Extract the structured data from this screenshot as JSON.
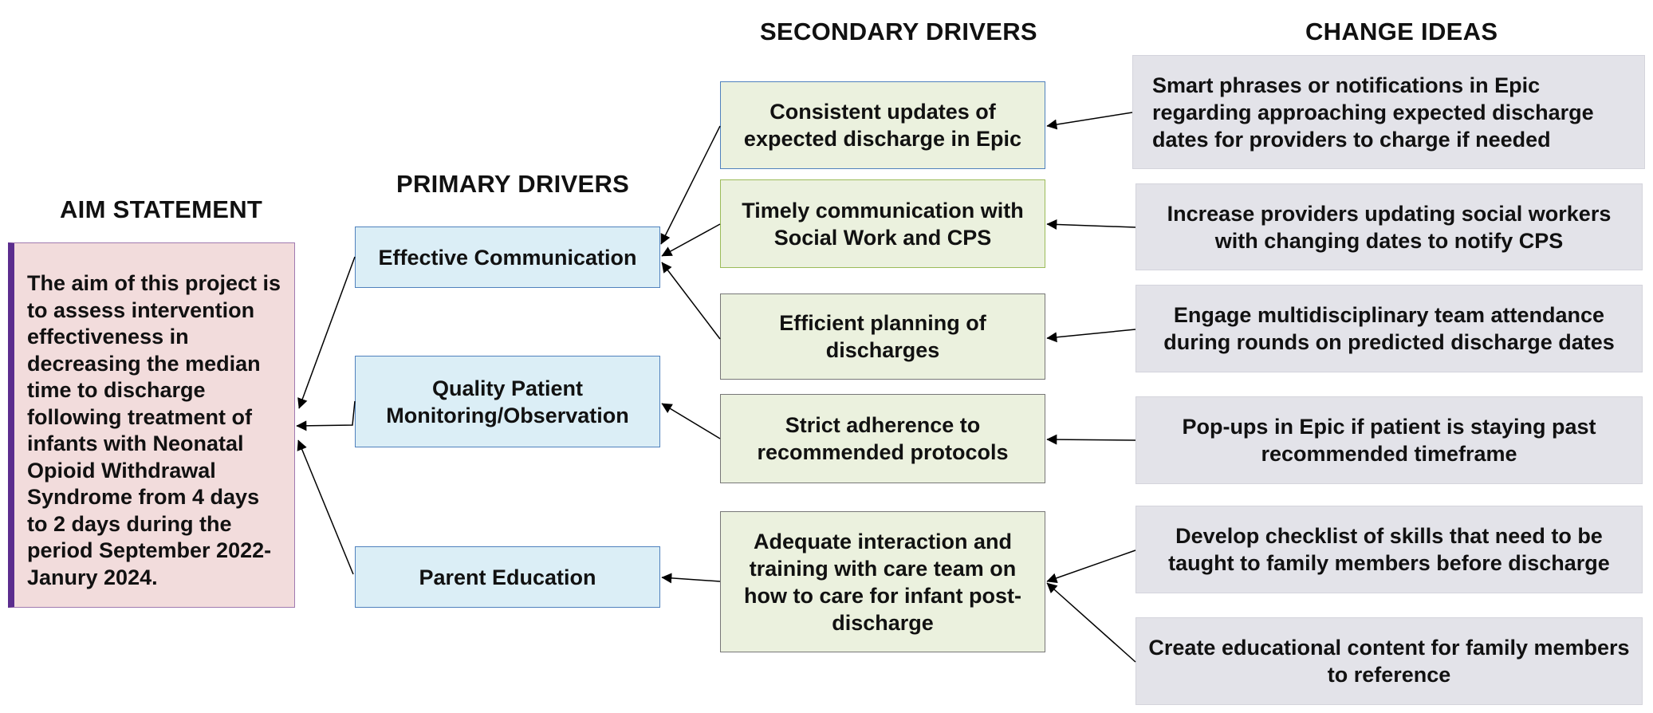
{
  "headings": {
    "aim": "AIM STATEMENT",
    "primary": "PRIMARY DRIVERS",
    "secondary": "SECONDARY DRIVERS",
    "change": "CHANGE IDEAS"
  },
  "aim_text": "The aim of this project is to assess intervention effectiveness in decreasing the median time to discharge following treatment of infants with Neonatal Opioid Withdrawal Syndrome from 4 days to 2 days during the period September 2022-Janury 2024.",
  "primary_drivers": [
    "Effective Communication",
    "Quality Patient Monitoring/Observation",
    "Parent Education"
  ],
  "secondary_drivers": [
    "Consistent updates of expected discharge in Epic",
    "Timely communication with Social Work and CPS",
    "Efficient planning of discharges",
    "Strict adherence to recommended protocols",
    "Adequate interaction and training with care team on how to care for infant post-discharge"
  ],
  "change_ideas": [
    "Smart phrases or notifications in Epic regarding approaching expected discharge dates for providers to charge if needed",
    "Increase providers updating social workers with changing dates to notify CPS",
    "Engage multidisciplinary team attendance during rounds on predicted discharge dates",
    "Pop-ups in Epic if patient is staying past recommended timeframe",
    "Develop checklist of skills that need to be taught to family members before discharge",
    "Create educational content for family members to reference"
  ],
  "colors": {
    "aim_fill": "#f2dcdc",
    "aim_accent": "#5b2d8e",
    "primary_fill": "#dbeef6",
    "primary_border": "#4f81bd",
    "secondary_fill": "#ebf1de",
    "change_fill": "#e3e3e9",
    "arrow": "#000000"
  }
}
